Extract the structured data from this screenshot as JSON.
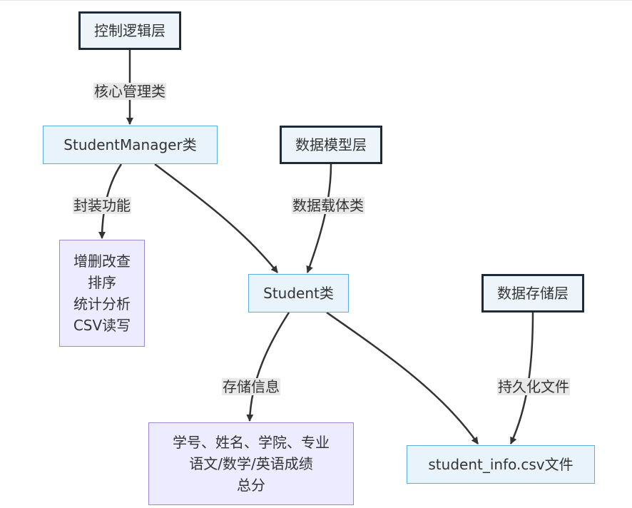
{
  "nodes": {
    "control_layer": "控制逻辑层",
    "student_manager": "StudentManager类",
    "model_layer": "数据模型层",
    "features": [
      "增删改查",
      "排序",
      "统计分析",
      "CSV读写"
    ],
    "student": "Student类",
    "storage_layer": "数据存储层",
    "fields": [
      "学号、姓名、学院、专业",
      "语文/数学/英语成绩",
      "总分"
    ],
    "csv_file": "student_info.csv文件"
  },
  "edges": {
    "core_class": "核心管理类",
    "encapsulate": "封装功能",
    "data_carrier": "数据载体类",
    "store_info": "存储信息",
    "persist_file": "持久化文件"
  }
}
